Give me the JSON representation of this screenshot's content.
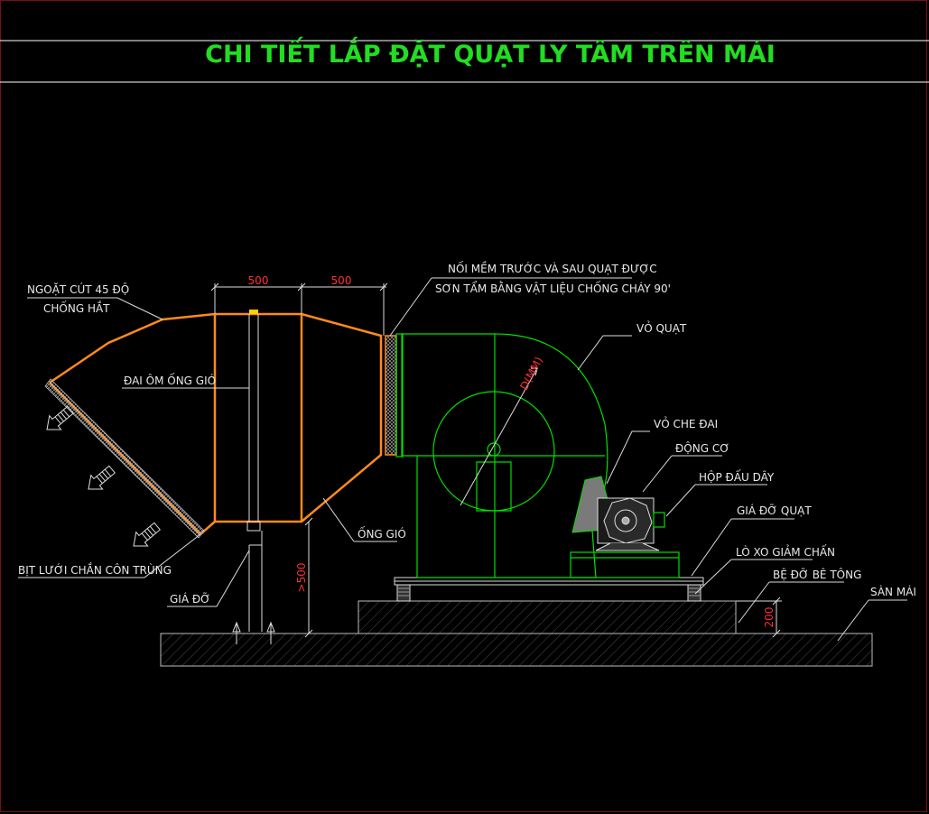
{
  "title": "CHI TIẾT LẮP ĐẶT QUẠT LY TÂM TRÊN MÁI",
  "labels": {
    "elbow_line1": "NGOẶT CÚT 45 ĐỘ",
    "elbow_line2": "CHỐNG HẮT",
    "duct_clamp": "ĐAI ÔM ỐNG GIÓ",
    "insect_mesh": "BỊT LƯỚI CHẮN CÔN TRÙNG",
    "support": "GIÁ ĐỠ",
    "duct": "ỐNG GIÓ",
    "flex_line1": "NỐI MỀM TRƯỚC VÀ SAU QUẠT ĐƯỢC",
    "flex_line2": "SƠN TẨM BẰNG VẬT LIỆU CHỐNG CHÁY 90'",
    "fan_casing": "VỎ QUẠT",
    "belt_guard": "VỎ CHE ĐAI",
    "motor": "ĐỘNG CƠ",
    "terminal_box": "HỘP ĐẤU DÂY",
    "fan_frame": "GIÁ ĐỠ QUẠT",
    "spring_isolator": "LÒ XO GIẢM CHẤN",
    "concrete_base": "BỆ ĐỠ BÊ TÔNG",
    "roof_slab": "SÀN MÁI",
    "fan_diameter": "D(MM)"
  },
  "dimensions": {
    "duct_segment_1": "500",
    "duct_segment_2": "500",
    "support_height": ">500",
    "base_height": "200"
  },
  "colors": {
    "background": "#000000",
    "title": "#22dd22",
    "duct_outline": "#ff8a1c",
    "fan_outline": "#00e000",
    "dimension_text": "#ff3030",
    "annotation_text": "#e8e8e8",
    "frame": "#7a1010"
  },
  "icons": {
    "airflow_arrow": "airflow-arrow-icon"
  }
}
